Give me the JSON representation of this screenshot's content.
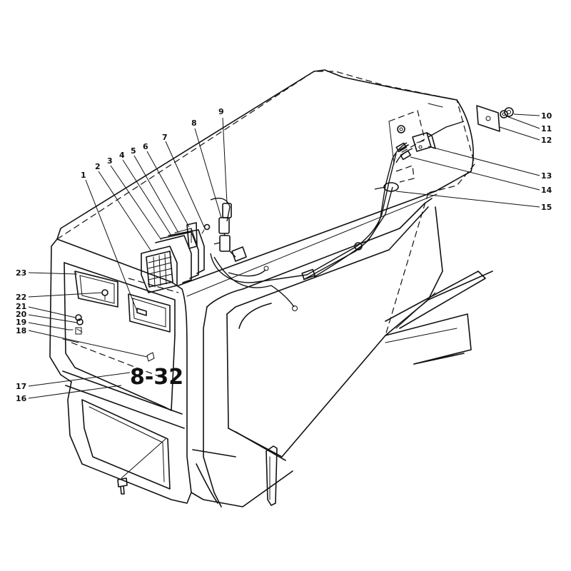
{
  "model_decal": "8-32",
  "callouts": [
    {
      "id": "c1",
      "text": "1"
    },
    {
      "id": "c2",
      "text": "2"
    },
    {
      "id": "c3",
      "text": "3"
    },
    {
      "id": "c4",
      "text": "4"
    },
    {
      "id": "c5",
      "text": "5"
    },
    {
      "id": "c6",
      "text": "6"
    },
    {
      "id": "c7",
      "text": "7"
    },
    {
      "id": "c8",
      "text": "8"
    },
    {
      "id": "c9",
      "text": "9"
    },
    {
      "id": "c10",
      "text": "10"
    },
    {
      "id": "c11",
      "text": "11"
    },
    {
      "id": "c12",
      "text": "12"
    },
    {
      "id": "c13",
      "text": "13"
    },
    {
      "id": "c14",
      "text": "14"
    },
    {
      "id": "c15",
      "text": "15"
    },
    {
      "id": "c16",
      "text": "16"
    },
    {
      "id": "c17",
      "text": "17"
    },
    {
      "id": "c18",
      "text": "18"
    },
    {
      "id": "c19",
      "text": "19"
    },
    {
      "id": "c20",
      "text": "20"
    },
    {
      "id": "c21",
      "text": "21"
    },
    {
      "id": "c22",
      "text": "22"
    },
    {
      "id": "c23",
      "text": "23"
    }
  ]
}
